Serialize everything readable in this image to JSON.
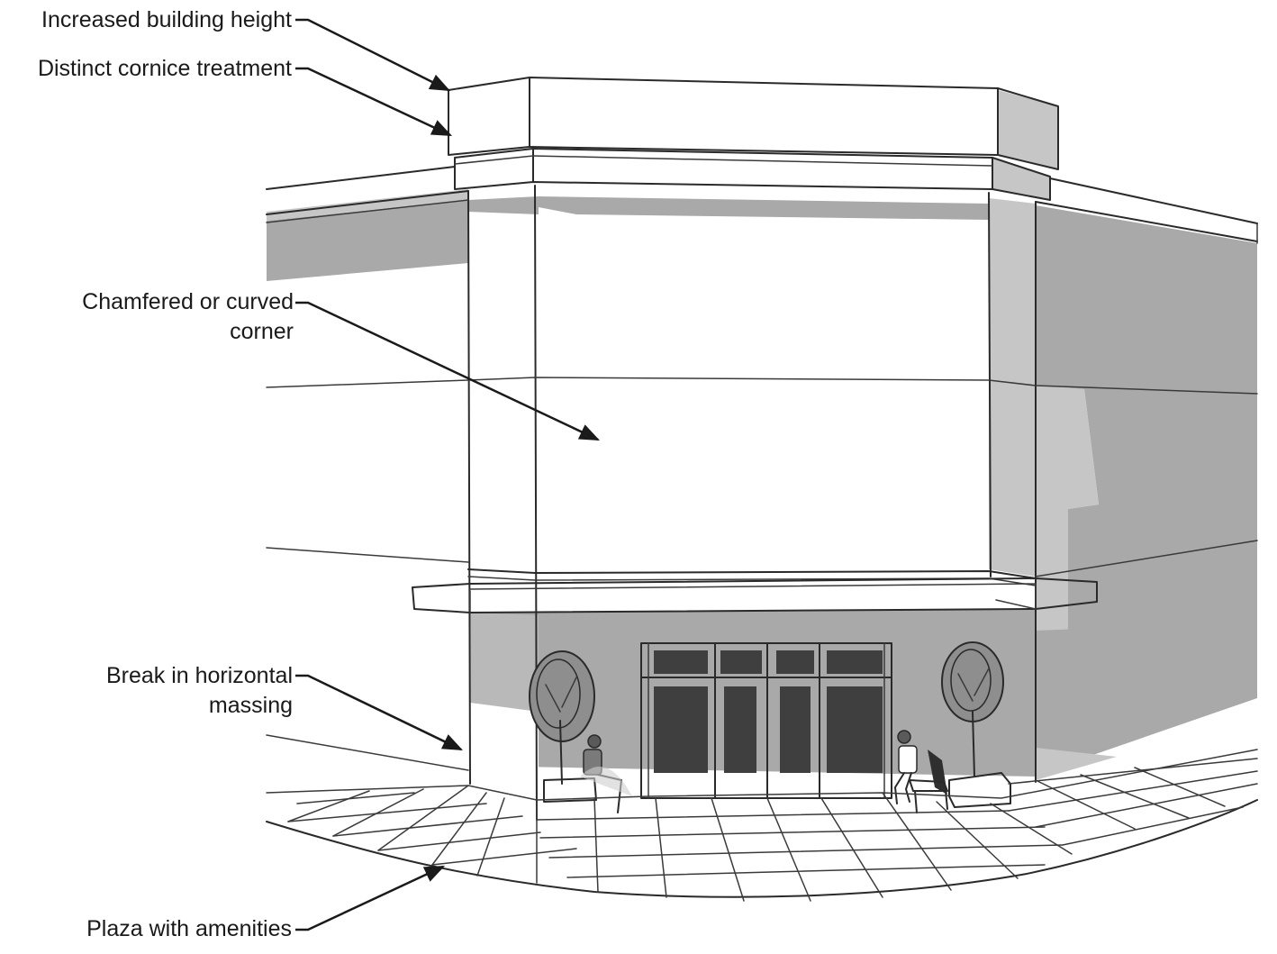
{
  "callouts": {
    "building_height": "Increased building height",
    "cornice": "Distinct cornice treatment",
    "corner_line1": "Chamfered or curved",
    "corner_line2": "corner",
    "massing_line1": "Break in horizontal",
    "massing_line2": "massing",
    "plaza": "Plaza with amenities"
  },
  "colors": {
    "line": "#2a2a2a",
    "shadow_dark": "#a9a9a9",
    "shadow_light": "#c6c6c6",
    "glass": "#3f3f3f",
    "tree": "#8e8e8e",
    "background": "#ffffff"
  }
}
